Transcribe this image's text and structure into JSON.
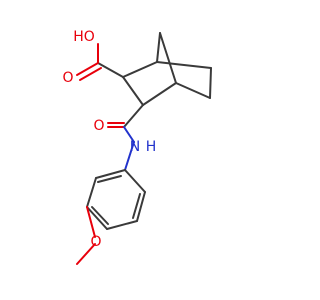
{
  "diagram": {
    "type": "chemical-structure",
    "atom_labels": {
      "hydroxyl": "HO",
      "carbonyl_oxygen_acid": "O",
      "carbonyl_oxygen_amide": "O",
      "amide_nitrogen": "N",
      "amide_hydrogen": "H",
      "ether_oxygen": "O"
    },
    "colors": {
      "carbon_bonds": "#3a3a3a",
      "oxygen": "#e8000b",
      "nitrogen": "#2233cc",
      "background": "#ffffff"
    }
  }
}
